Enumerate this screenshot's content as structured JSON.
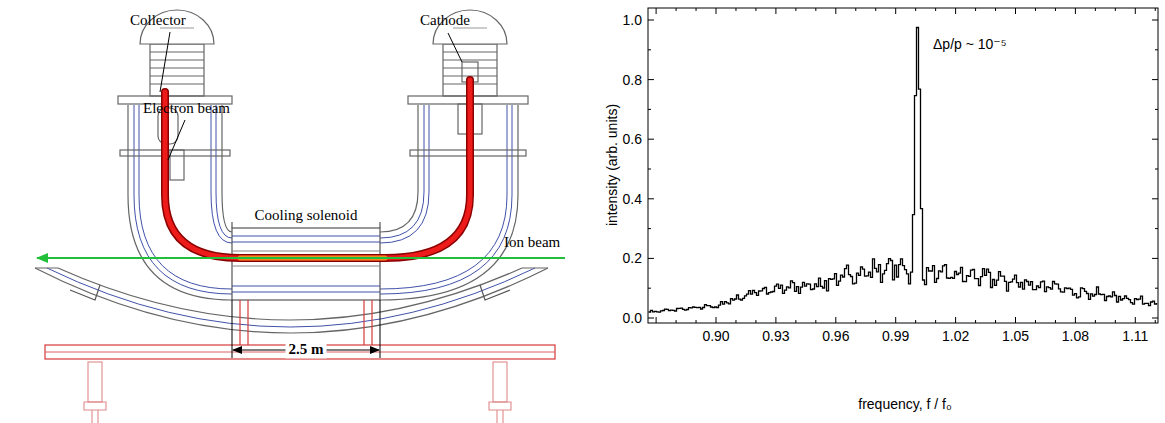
{
  "diagram": {
    "labels": [
      "Collector",
      "Cathode",
      "Electron beam",
      "Cooling solenoid",
      "Ion beam",
      "2.5 m",
      "intensity (arb. units)",
      "frequency, f / f₀",
      "Δp/p ~ 10⁻⁵",
      "0.0",
      "0.2",
      "0.4",
      "0.6",
      "0.8",
      "1.0",
      "0.90",
      "0.93",
      "0.96",
      "0.99",
      "1.02",
      "1.05",
      "1.08",
      "1.11"
    ]
  }
}
